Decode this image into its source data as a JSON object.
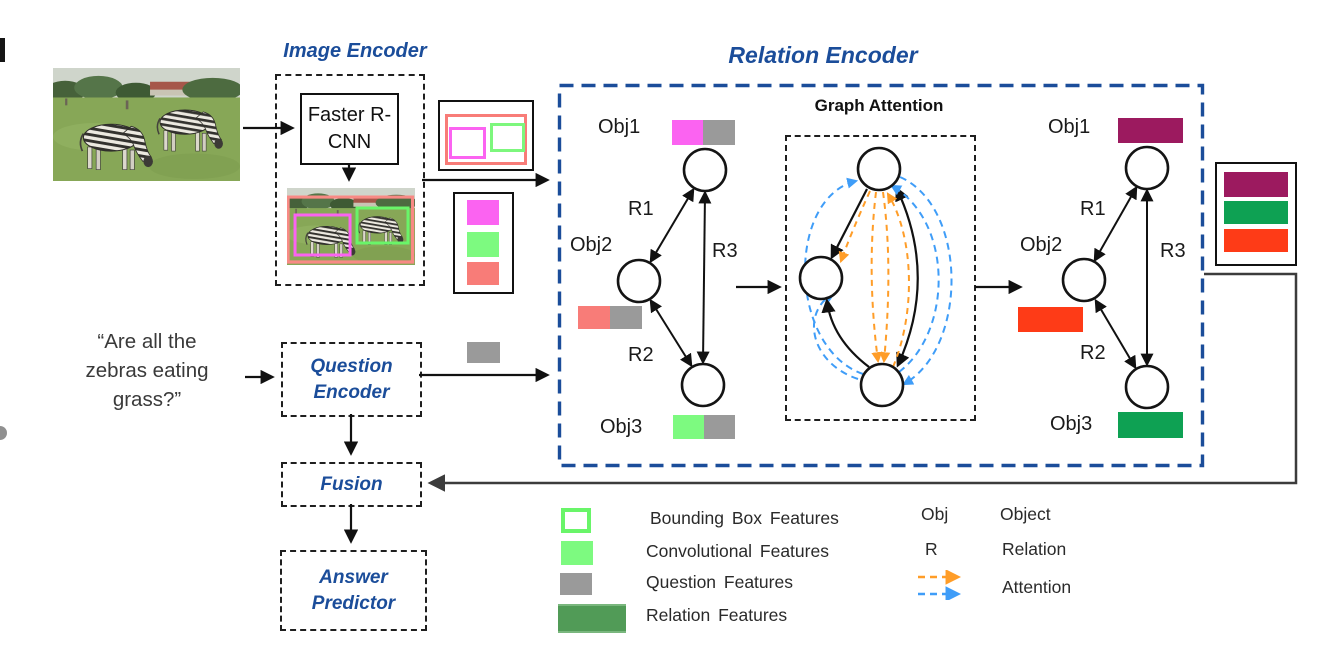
{
  "titles": {
    "image_encoder": "Image Encoder",
    "relation_encoder": "Relation Encoder",
    "graph_attention": "Graph Attention"
  },
  "modules": {
    "faster_rcnn": "Faster R-CNN",
    "question_encoder": "Question Encoder",
    "fusion": "Fusion",
    "answer_predictor": "Answer Predictor"
  },
  "question": {
    "text": "“Are all the\nzebras eating\ngrass?”"
  },
  "graph_labels": {
    "obj1": "Obj1",
    "obj2": "Obj2",
    "obj3": "Obj3",
    "r1": "R1",
    "r2": "R2",
    "r3": "R3"
  },
  "legend": {
    "features": [
      {
        "name": "bounding-box-features",
        "label": "Bounding Box Features"
      },
      {
        "name": "convolutional-features",
        "label": "Convolutional Features"
      },
      {
        "name": "question-features",
        "label": "Question Features"
      },
      {
        "name": "relation-features",
        "label": "Relation Features"
      }
    ],
    "symbols": [
      {
        "key": "Obj",
        "label": "Object"
      },
      {
        "key": "R",
        "label": "Relation"
      },
      {
        "key": "attention-arrows",
        "label": "Attention"
      }
    ]
  },
  "colors": {
    "accent_blue": "#1b4d9a",
    "magenta": "#fb63f1",
    "light_green": "#7dfa80",
    "salmon_red": "#f87c78",
    "gray": "#9a9a9a",
    "maroon": "#9c1a5f",
    "orange_red": "#fe3b17",
    "green": "#0ea153",
    "legend_relation_green": "#519b57",
    "attention_orange": "#ff9d28",
    "attention_blue": "#3f9df8"
  }
}
